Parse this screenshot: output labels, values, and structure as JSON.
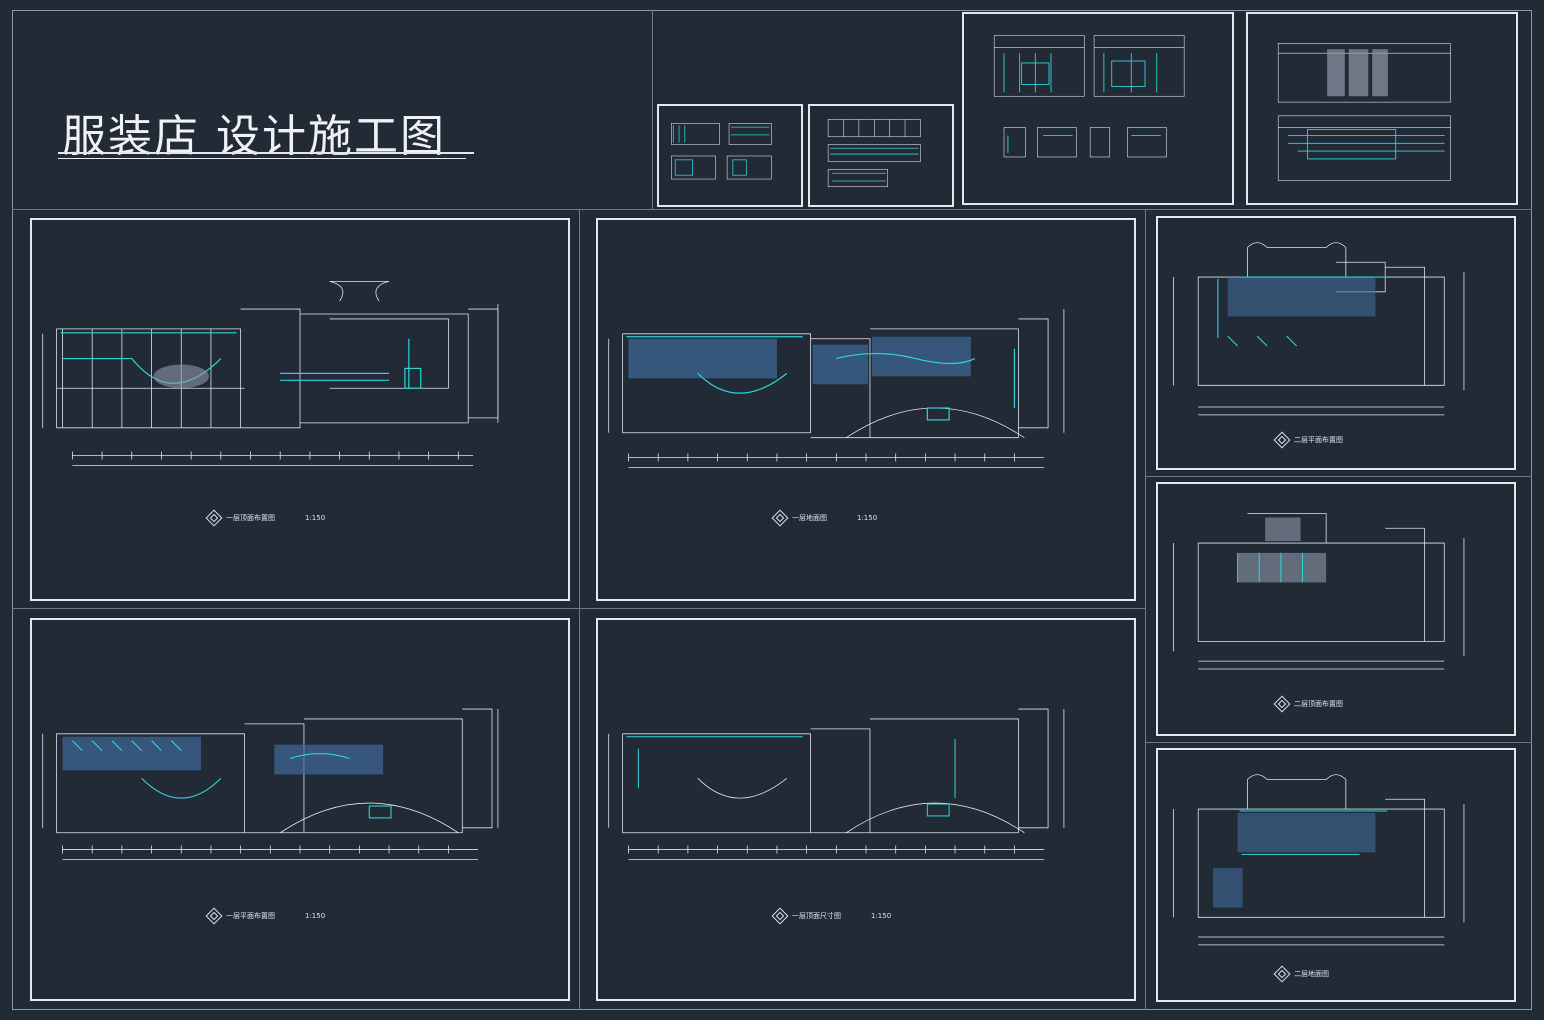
{
  "title": "服装店  设计施工图",
  "colors": {
    "background": "#222a35",
    "frame": "#e4e8ee",
    "cad_white": "#dfe4ea",
    "cad_cyan": "#2fd4d8",
    "cad_blue": "#3f6a9a",
    "cad_gray": "#8f98a8"
  },
  "sheets": {
    "sheet1": {
      "name": "一层顶面布置图",
      "scale": "1:150"
    },
    "sheet2": {
      "name": "一层地面图",
      "scale": "1:150"
    },
    "sheet3": {
      "name": "一层平面布置图",
      "scale": "1:150"
    },
    "sheet4": {
      "name": "一层顶面尺寸图",
      "scale": "1:150"
    },
    "sheet5": {
      "name": "二层平面布置图"
    },
    "sheet6": {
      "name": "二层顶面布置图"
    },
    "sheet7": {
      "name": "二层地面图"
    }
  }
}
